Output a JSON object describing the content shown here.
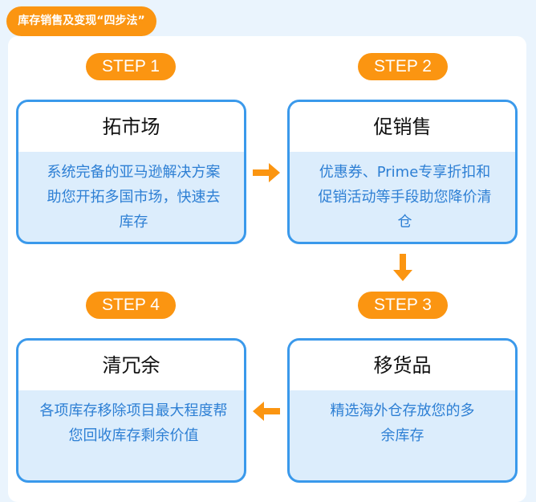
{
  "title": "库存销售及变现“四步法”",
  "steps": [
    {
      "label": "STEP 1",
      "heading": "拓市场",
      "text": "系统完备的亚马逊解决方案助您开拓多国市场，快速去库存"
    },
    {
      "label": "STEP 2",
      "heading": "促销售",
      "text": "优惠券、Prime专享折扣和促销活动等手段助您降价清仓"
    },
    {
      "label": "STEP 3",
      "heading": "移货品",
      "text": "精选海外仓存放您的多余库存"
    },
    {
      "label": "STEP 4",
      "heading": "清冗余",
      "text": "各项库存移除项目最大程度帮您回收库存剩余价值"
    }
  ],
  "colors": {
    "accent": "#fb9511",
    "border": "#3a99eb",
    "text": "#2d7fd4"
  }
}
